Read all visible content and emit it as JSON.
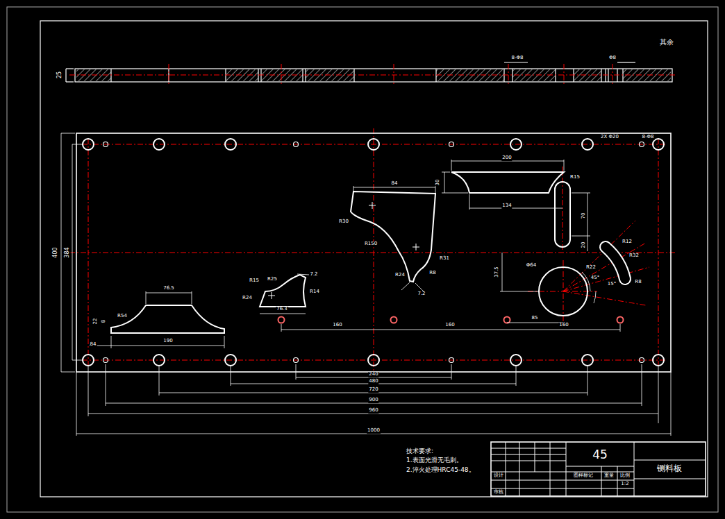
{
  "diagram": {
    "labels": [
      "其余",
      "25",
      "8-Φ8",
      "Φ8",
      "2X Φ20",
      "8-Φ8",
      "400",
      "384",
      "84",
      "190",
      "76.5",
      "R54",
      "8",
      "22",
      "R15",
      "R25",
      "R14",
      "R24",
      "76.3",
      "7.2",
      "84",
      "R30",
      "R150",
      "R24",
      "R31",
      "R8",
      "7.2",
      "200",
      "30",
      "134",
      "R15",
      "70",
      "20",
      "Φ64",
      "37.5",
      "R12",
      "R32",
      "R22",
      "R8",
      "45°",
      "15°",
      "160",
      "160",
      "85",
      "160",
      "240",
      "480",
      "720",
      "900",
      "960",
      "1000",
      "技术要求:",
      "1.表面光滑无毛刺。",
      "2.淬火处理HRC45-48。",
      "45",
      "铡料板",
      "设计",
      "审核",
      "图样标记",
      "重量",
      "比例",
      "1:2"
    ]
  }
}
